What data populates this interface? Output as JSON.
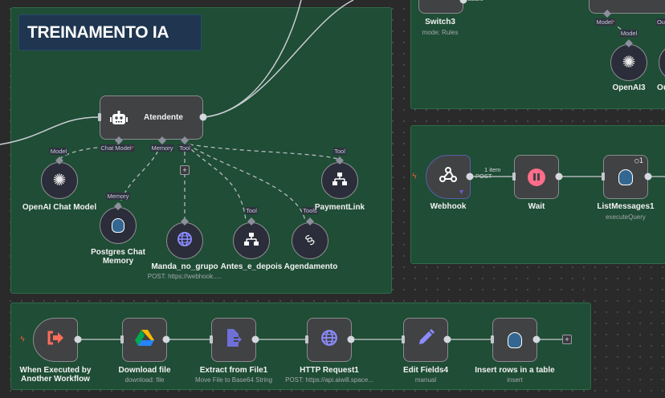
{
  "sticky": {
    "title": "TREINAMENTO IA"
  },
  "agent": {
    "name": "Atendente",
    "ports": {
      "chat_model": "Chat Model",
      "memory": "Memory",
      "tool": "Tool",
      "required_marker": "*"
    }
  },
  "sub_nodes": [
    {
      "name": "OpenAI Chat Model",
      "port": "Model"
    },
    {
      "name": "Postgres Chat Memory",
      "name_line1": "Postgres Chat",
      "name_line2": "Memory",
      "port": "Memory"
    },
    {
      "name": "Manda_no_grupo",
      "subtitle": "POST: https://webhook....."
    },
    {
      "name": "Antes_e_depois",
      "port": "Tool"
    },
    {
      "name": "Agendamento",
      "port": "Tools"
    },
    {
      "name": "PaymentLink",
      "port": "Tool"
    }
  ],
  "top_right": {
    "switch": {
      "name": "Switch3",
      "subtitle": "mode: Rules",
      "output_label": "audio"
    },
    "agent_ports": {
      "model": "Model",
      "required_marker": "*",
      "output": "Out"
    },
    "openai": {
      "name": "OpenAI3",
      "port": "Model"
    },
    "partial_label": "Ou"
  },
  "webhook_flow": {
    "nodes": [
      {
        "name": "Webhook",
        "output_label": "POST"
      },
      {
        "name": "Wait"
      },
      {
        "name": "ListMessages1",
        "subtitle": "executeQuery",
        "badge": "1"
      }
    ],
    "edge_label": "1 item"
  },
  "bottom_flow": {
    "nodes": [
      {
        "name_line1": "When Executed by",
        "name_line2": "Another Workflow"
      },
      {
        "name": "Download file",
        "subtitle": "download: file"
      },
      {
        "name": "Extract from File1",
        "subtitle": "Move File to Base64 String"
      },
      {
        "name": "HTTP Request1",
        "subtitle": "POST: https://api.aiwill.space..."
      },
      {
        "name": "Edit Fields4",
        "subtitle": "manual"
      },
      {
        "name": "Insert rows in a table",
        "subtitle": "insert"
      }
    ],
    "add_button": "+"
  },
  "colors": {
    "group_bg": "#1f4d35",
    "sticky_bg": "#1f3550",
    "node_bg": "#414244",
    "trigger_accent": "#ff6d5a",
    "http_accent": "#7f7fff",
    "wait_accent": "#ff6d8a"
  }
}
